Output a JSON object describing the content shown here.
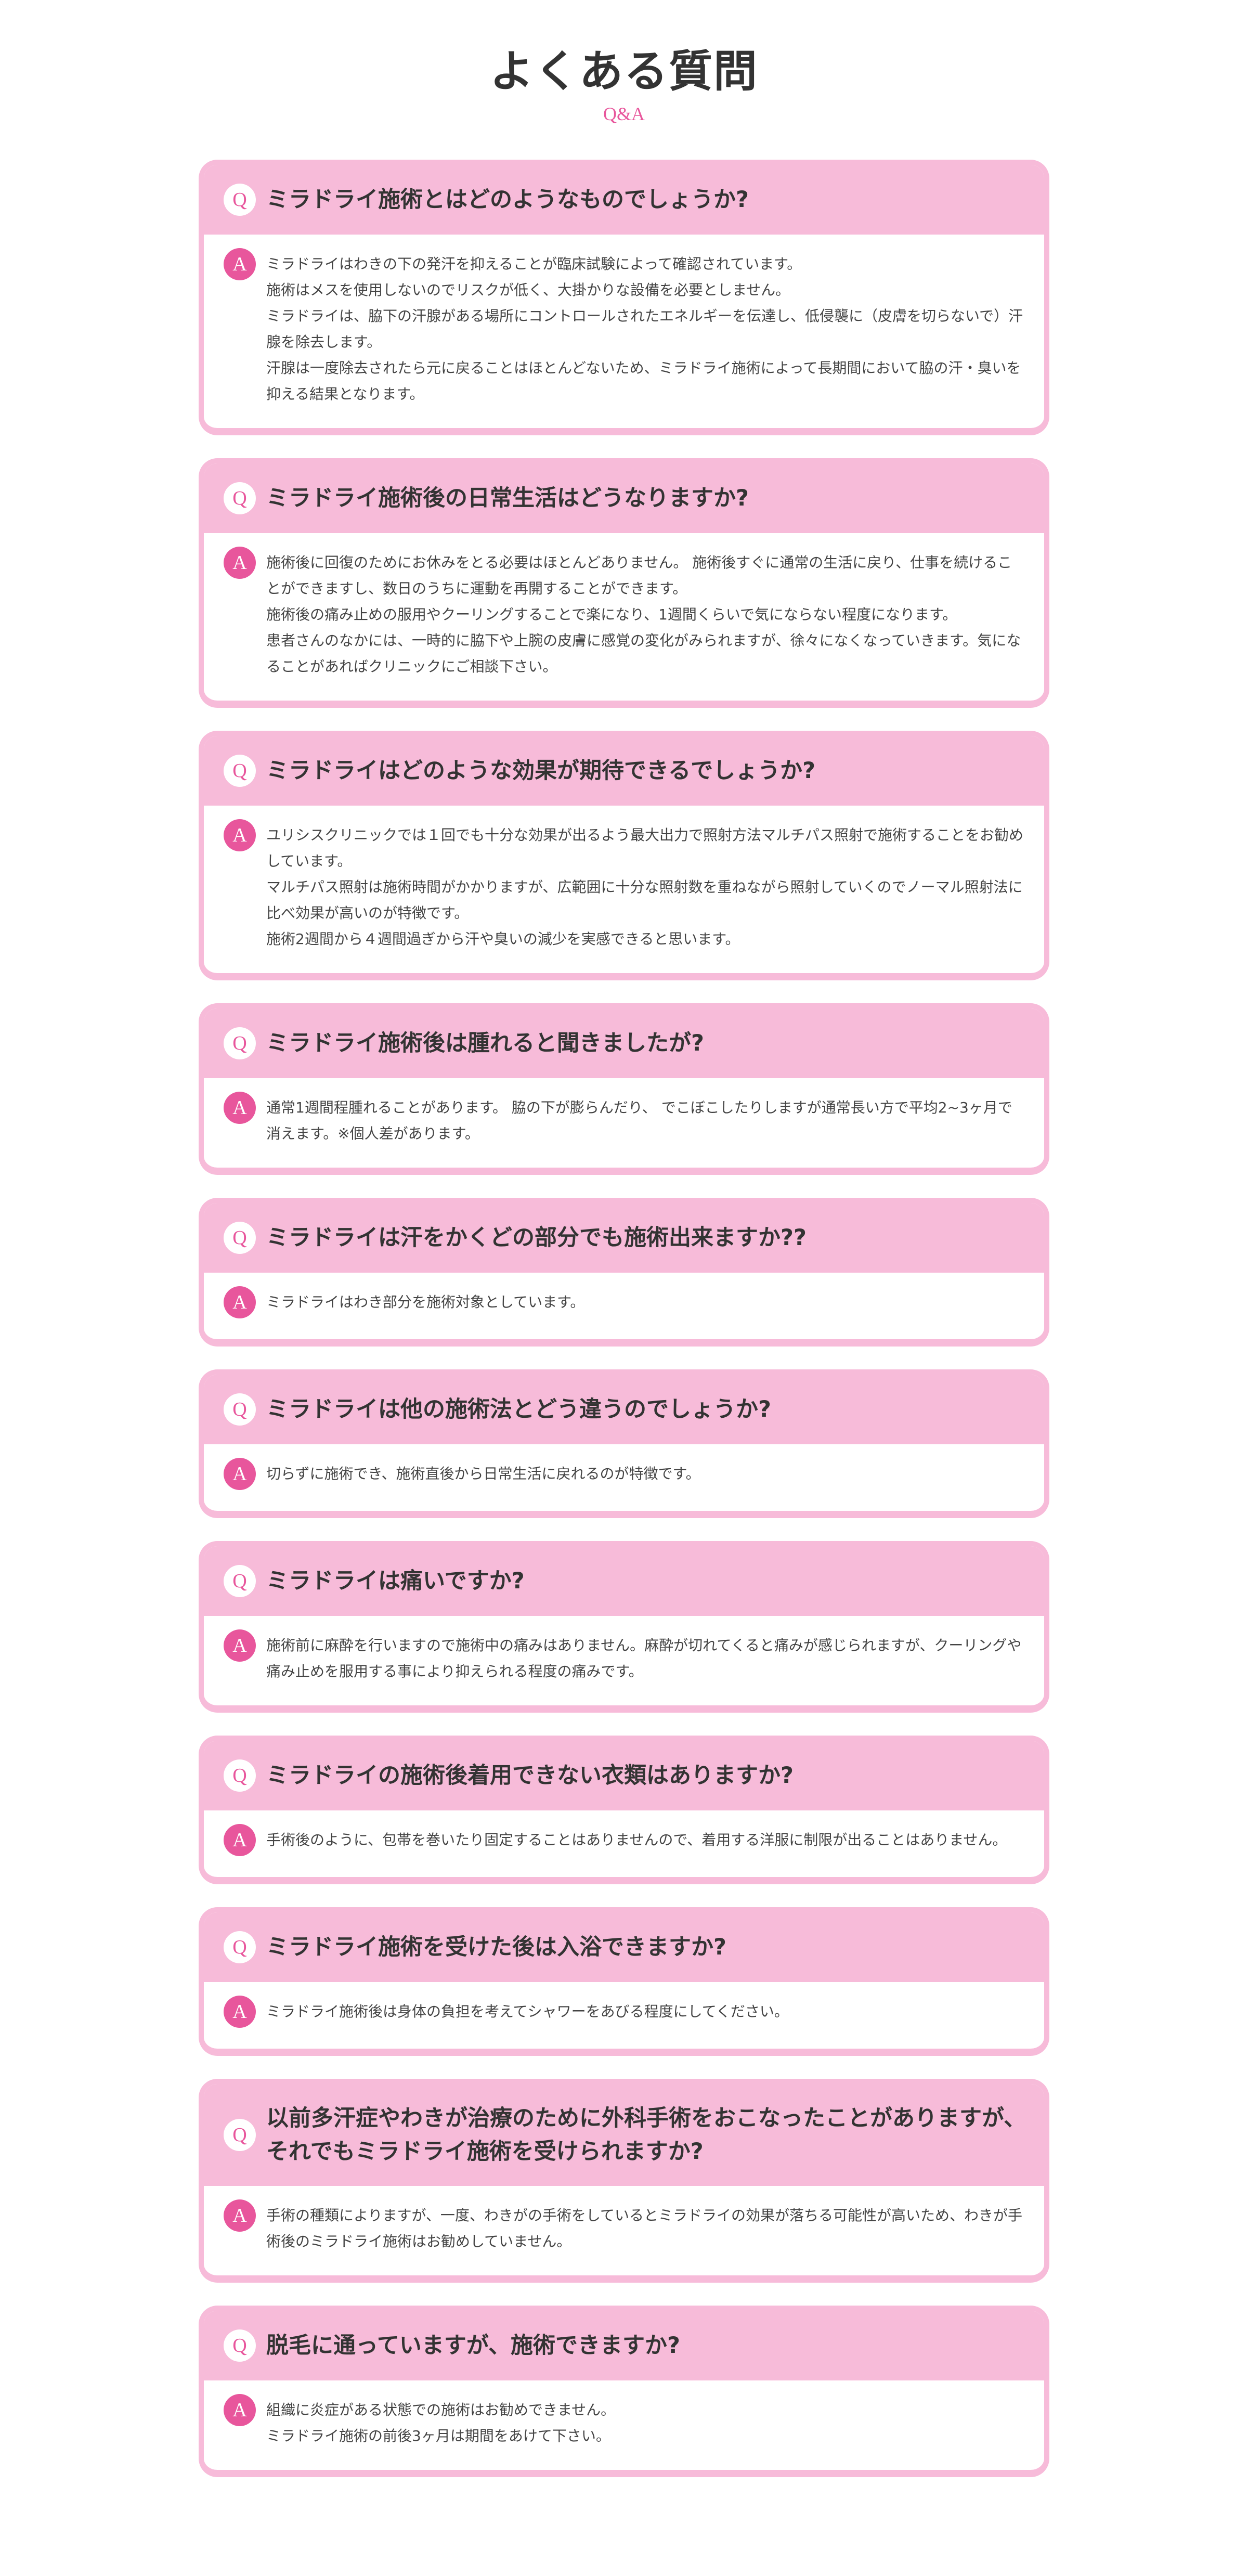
{
  "header": {
    "title": "よくある質問",
    "subtitle": "Q&A"
  },
  "labels": {
    "q": "Q",
    "a": "A"
  },
  "colors": {
    "accent": "#e8569c",
    "card_pink": "#f7bbd9"
  },
  "faq": [
    {
      "q": "ミラドライ施術とはどのようなものでしょうか?",
      "a": "ミラドライはわきの下の発汗を抑えることが臨床試験によって確認されています。\n施術はメスを使用しないのでリスクが低く、大掛かりな設備を必要としません。\nミラドライは、脇下の汗腺がある場所にコントロールされたエネルギーを伝達し、低侵襲に（皮膚を切らないで）汗腺を除去します。\n汗腺は一度除去されたら元に戻ることはほとんどないため、ミラドライ施術によって長期間において脇の汗・臭いを抑える結果となります。"
    },
    {
      "q": "ミラドライ施術後の日常生活はどうなりますか?",
      "a": "施術後に回復のためにお休みをとる必要はほとんどありません。 施術後すぐに通常の生活に戻り、仕事を続けることができますし、数日のうちに運動を再開することができます。\n施術後の痛み止めの服用やクーリングすることで楽になり、1週間くらいで気にならない程度になります。\n患者さんのなかには、一時的に脇下や上腕の皮膚に感覚の変化がみられますが、徐々になくなっていきます。気になることがあればクリニックにご相談下さい。"
    },
    {
      "q": "ミラドライはどのような効果が期待できるでしょうか?",
      "a": "ユリシスクリニックでは１回でも十分な効果が出るよう最大出力で照射方法マルチパス照射で施術することをお勧めしています。\nマルチパス照射は施術時間がかかりますが、広範囲に十分な照射数を重ねながら照射していくのでノーマル照射法に比べ効果が高いのが特徴です。\n施術2週間から４週間過ぎから汗や臭いの減少を実感できると思います。"
    },
    {
      "q": "ミラドライ施術後は腫れると聞きましたが?",
      "a": "通常1週間程腫れることがあります。 脇の下が膨らんだり、 でこぼこしたりしますが通常長い方で平均2~3ヶ月で消えます。※個人差があります。"
    },
    {
      "q": "ミラドライは汗をかくどの部分でも施術出来ますか??",
      "a": "ミラドライはわき部分を施術対象としています。"
    },
    {
      "q": "ミラドライは他の施術法とどう違うのでしょうか?",
      "a": "切らずに施術でき、施術直後から日常生活に戻れるのが特徴です。"
    },
    {
      "q": "ミラドライは痛いですか?",
      "a": "施術前に麻酔を行いますので施術中の痛みはありません。麻酔が切れてくると痛みが感じられますが、クーリングや痛み止めを服用する事により抑えられる程度の痛みです。"
    },
    {
      "q": "ミラドライの施術後着用できない衣類はありますか?",
      "a": "手術後のように、包帯を巻いたり固定することはありませんので、着用する洋服に制限が出ることはありません。"
    },
    {
      "q": "ミラドライ施術を受けた後は入浴できますか?",
      "a": "ミラドライ施術後は身体の負担を考えてシャワーをあびる程度にしてください。"
    },
    {
      "q": "以前多汗症やわきが治療のために外科手術をおこなったことがありますが、\nそれでもミラドライ施術を受けられますか?",
      "a": "手術の種類によりますが、一度、わきがの手術をしているとミラドライの効果が落ちる可能性が高いため、わきが手術後のミラドライ施術はお勧めしていません。"
    },
    {
      "q": "脱毛に通っていますが、施術できますか?",
      "a": "組織に炎症がある状態での施術はお勧めできません。\nミラドライ施術の前後3ヶ月は期間をあけて下さい。"
    }
  ]
}
